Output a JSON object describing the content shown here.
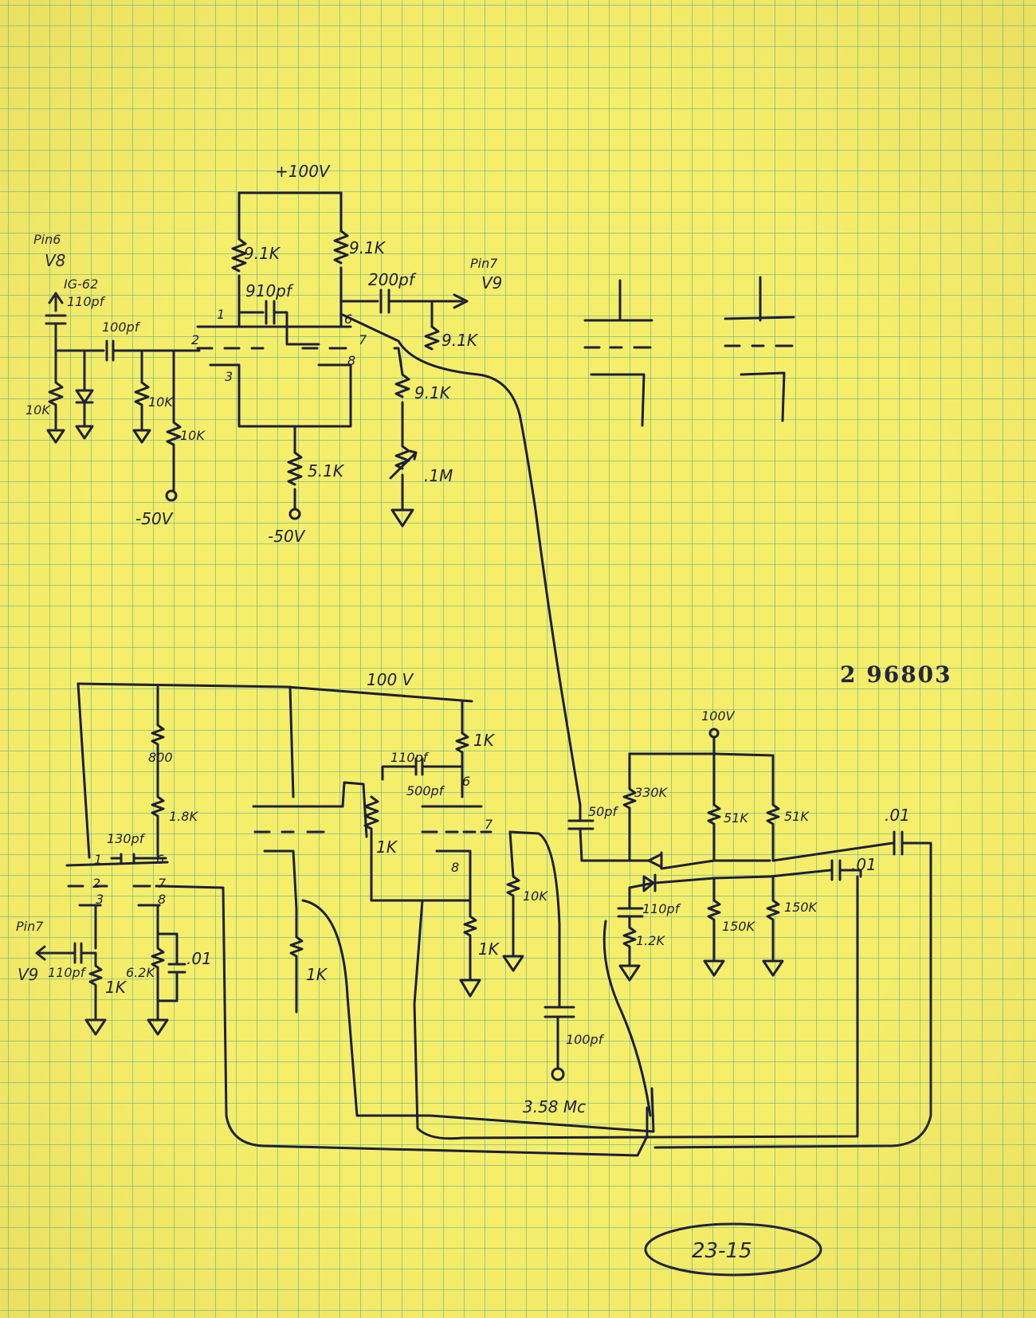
{
  "stamp_number": "2 96803",
  "page_number": "23-15",
  "labels": {
    "supply_top": "+100V",
    "supply_bottom_mid": "100 V",
    "supply_bottom_right": "100V",
    "pin6_v8_a": "Pin6",
    "pin6_v8_b": "V8",
    "ig62": "IG-62",
    "c110pf_top": "110pf",
    "c100pf_in": "100pf",
    "r10k_a": "10K",
    "r10k_b": "10K",
    "r10k_c": "10K",
    "neg50_a": "-50V",
    "neg50_b": "-50V",
    "r91k_a": "9.1K",
    "r91k_b": "9.1K",
    "r91k_c": "9.1K",
    "r91k_d": "9.1K",
    "c910pf": "910pf",
    "c200pf": "200pf",
    "pin7_v9_a": "Pin7",
    "pin7_v9_b": "V9",
    "r51k": "5.1K",
    "pot1m": ".1M",
    "pin_1": "1",
    "pin_2": "2",
    "pin_3": "3",
    "pin_6": "6",
    "pin_7": "7",
    "pin_8": "8",
    "r800": "800",
    "r18k": "1.8K",
    "c130pf": "130pf",
    "pin7_v9_low_a": "Pin7",
    "pin7_v9_low_b": "V9",
    "c110pf_low": "110pf",
    "r1k_low": "1K",
    "r62k": "6.2K",
    "c01_low": ".01",
    "r1k_mid": "1K",
    "c110pf_mid": "110pf",
    "c500pf": "500pf",
    "r1k_top": "1K",
    "r1k_pot": "1K",
    "r10k_low": "10K",
    "r1k_cath": "1K",
    "c100pf_low": "100pf",
    "freq": "3.58 Mc",
    "c50pf": "50pf",
    "r330k": "330K",
    "r51k_a": "51K",
    "r51k_b": "51K",
    "c110pf_right": "110pf",
    "r12k": "1.2K",
    "r150k_a": "150K",
    "r150k_b": "150K",
    "c01_a": ".01",
    "c01_b": ".01",
    "pin_6b": "6",
    "pin_7b": "7",
    "pin_8b": "8",
    "pin_1b": "1",
    "pin_2b": "2",
    "pin_3b": "3",
    "pin_6c": "6",
    "pin_7c": "7",
    "pin_8c": "8"
  }
}
